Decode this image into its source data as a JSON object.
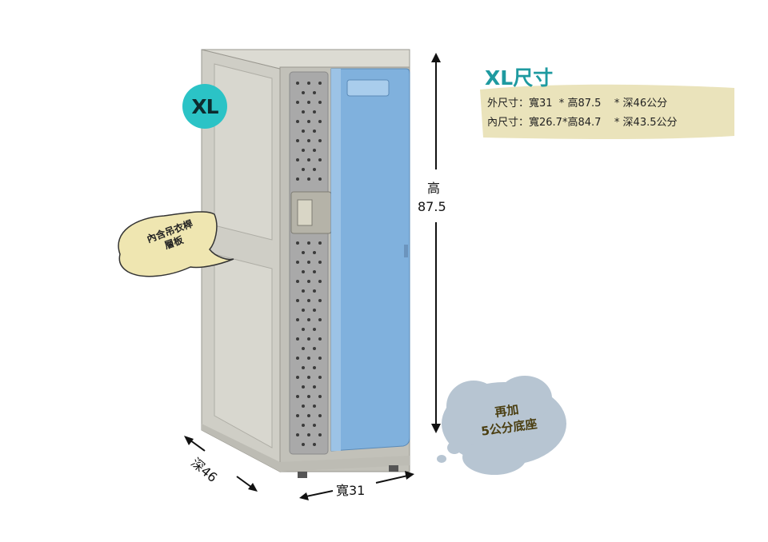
{
  "product": {
    "size_badge": "XL"
  },
  "spec": {
    "title": "XL尺寸",
    "outer": "外尺寸：寬31  * 高87.5    * 深46公分",
    "inner": "內尺寸：寬26.7*高84.7    * 深43.5公分"
  },
  "dimensions": {
    "height_label": "高",
    "height_value": "87.5",
    "width_label": "寬31",
    "depth_label": "深46"
  },
  "callouts": {
    "speech_line1": "內含吊衣桿",
    "speech_line2": "層板",
    "cloud_line1": "再加",
    "cloud_line2": "5公分底座"
  },
  "colors": {
    "cabinet_body": "#c9c8c0",
    "door_blue": "#7fb0dc",
    "perforated_panel": "#a6a6a6",
    "badge": "#2bc3c6",
    "spec_title": "#1e9aa0",
    "speech_bubble": "#f0e7b2",
    "cloud": "#b8c6d3"
  }
}
